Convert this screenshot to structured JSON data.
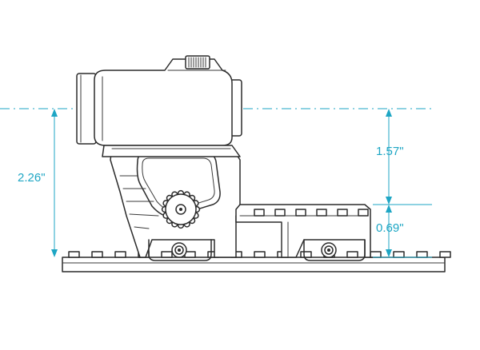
{
  "dimensions": {
    "total_height": {
      "label": "2.26\""
    },
    "optic_above_mount": {
      "label": "1.57\""
    },
    "rail_to_mount": {
      "label": "0.69\""
    }
  },
  "colors": {
    "dimension_line": "#1ea6c4",
    "ink": "#2b2b2b",
    "background": "#ffffff"
  }
}
